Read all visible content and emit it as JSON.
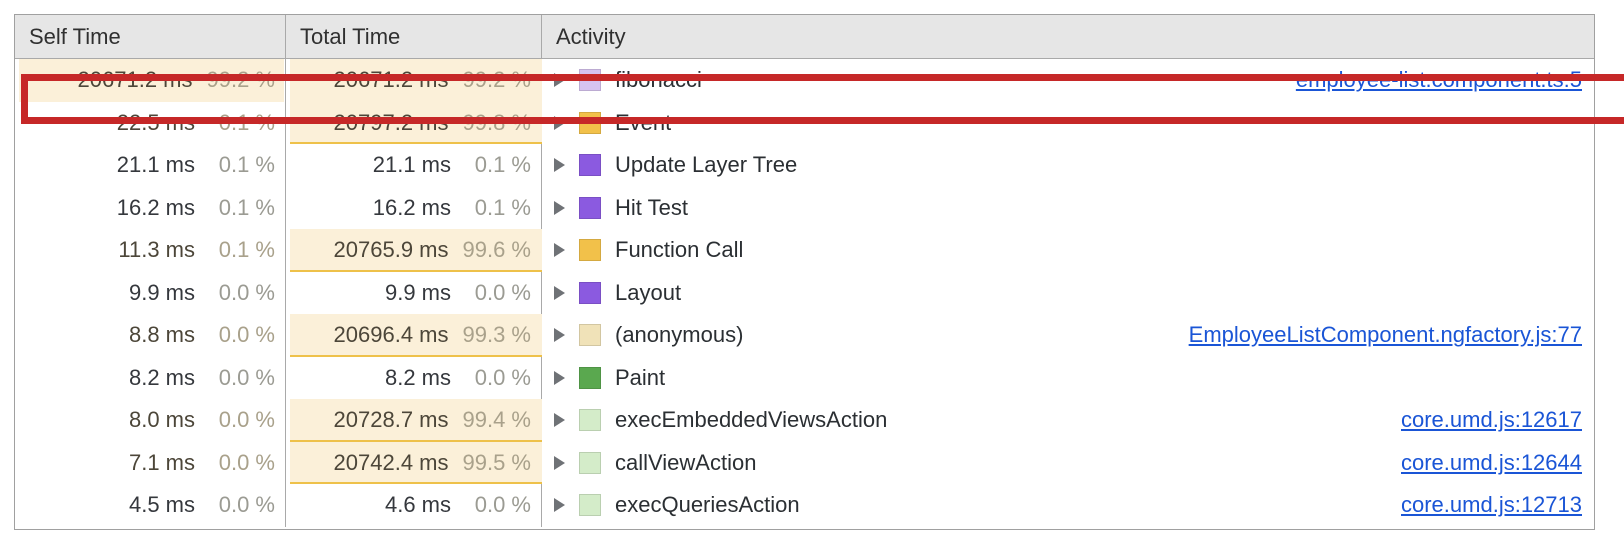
{
  "panel": {
    "name": "bottom-up-call-tree",
    "columns": {
      "self_time": "Self Time",
      "total_time": "Total Time",
      "activity": "Activity"
    }
  },
  "colors": {
    "selection_outline": "#c62828",
    "highlight_fill": "#fbf0d9",
    "highlight_underline": "#eec14a",
    "link": "#1a55d6",
    "header_bg": "#e6e6e6",
    "swatch_scripting": "#f2c14a",
    "swatch_rendering": "#8b5ae0",
    "swatch_painting": "#5aa84f",
    "swatch_fibonacci": "#d6c3f0",
    "swatch_anonymous": "#f0e2b8",
    "swatch_green_pale": "#d4ecc9"
  },
  "rows": [
    {
      "self_ms": "20671.2 ms",
      "self_pct": "99.2 %",
      "self_bar": 98,
      "self_underline": false,
      "total_ms": "20671.2 ms",
      "total_pct": "99.2 %",
      "total_bar": 99,
      "total_underline": false,
      "activity": "fibonacci",
      "swatch": "swatch_fibonacci",
      "source": "employee-list.component.ts:5",
      "selected": true,
      "highlighted": true
    },
    {
      "self_ms": "22.5 ms",
      "self_pct": "0.1 %",
      "self_bar": 0,
      "self_underline": false,
      "total_ms": "20797.2 ms",
      "total_pct": "99.8 %",
      "total_bar": 99,
      "total_underline": true,
      "activity": "Event",
      "swatch": "swatch_scripting",
      "source": "",
      "selected": false,
      "highlighted": true
    },
    {
      "self_ms": "21.1 ms",
      "self_pct": "0.1 %",
      "self_bar": 0,
      "self_underline": false,
      "total_ms": "21.1 ms",
      "total_pct": "0.1 %",
      "total_bar": 0,
      "total_underline": false,
      "activity": "Update Layer Tree",
      "swatch": "swatch_rendering",
      "source": "",
      "selected": false,
      "highlighted": false
    },
    {
      "self_ms": "16.2 ms",
      "self_pct": "0.1 %",
      "self_bar": 0,
      "self_underline": false,
      "total_ms": "16.2 ms",
      "total_pct": "0.1 %",
      "total_bar": 0,
      "total_underline": false,
      "activity": "Hit Test",
      "swatch": "swatch_rendering",
      "source": "",
      "selected": false,
      "highlighted": false
    },
    {
      "self_ms": "11.3 ms",
      "self_pct": "0.1 %",
      "self_bar": 0,
      "self_underline": false,
      "total_ms": "20765.9 ms",
      "total_pct": "99.6 %",
      "total_bar": 99,
      "total_underline": true,
      "activity": "Function Call",
      "swatch": "swatch_scripting",
      "source": "",
      "selected": false,
      "highlighted": true
    },
    {
      "self_ms": "9.9 ms",
      "self_pct": "0.0 %",
      "self_bar": 0,
      "self_underline": false,
      "total_ms": "9.9 ms",
      "total_pct": "0.0 %",
      "total_bar": 0,
      "total_underline": false,
      "activity": "Layout",
      "swatch": "swatch_rendering",
      "source": "",
      "selected": false,
      "highlighted": false
    },
    {
      "self_ms": "8.8 ms",
      "self_pct": "0.0 %",
      "self_bar": 0,
      "self_underline": false,
      "total_ms": "20696.4 ms",
      "total_pct": "99.3 %",
      "total_bar": 99,
      "total_underline": true,
      "activity": "(anonymous)",
      "swatch": "swatch_anonymous",
      "source": "EmployeeListComponent.ngfactory.js:77",
      "selected": false,
      "highlighted": true
    },
    {
      "self_ms": "8.2 ms",
      "self_pct": "0.0 %",
      "self_bar": 0,
      "self_underline": false,
      "total_ms": "8.2 ms",
      "total_pct": "0.0 %",
      "total_bar": 0,
      "total_underline": false,
      "activity": "Paint",
      "swatch": "swatch_painting",
      "source": "",
      "selected": false,
      "highlighted": false
    },
    {
      "self_ms": "8.0 ms",
      "self_pct": "0.0 %",
      "self_bar": 0,
      "self_underline": false,
      "total_ms": "20728.7 ms",
      "total_pct": "99.4 %",
      "total_bar": 99,
      "total_underline": true,
      "activity": "execEmbeddedViewsAction",
      "swatch": "swatch_green_pale",
      "source": "core.umd.js:12617",
      "selected": false,
      "highlighted": true
    },
    {
      "self_ms": "7.1 ms",
      "self_pct": "0.0 %",
      "self_bar": 0,
      "self_underline": false,
      "total_ms": "20742.4 ms",
      "total_pct": "99.5 %",
      "total_bar": 99,
      "total_underline": true,
      "activity": "callViewAction",
      "swatch": "swatch_green_pale",
      "source": "core.umd.js:12644",
      "selected": false,
      "highlighted": true
    },
    {
      "self_ms": "4.5 ms",
      "self_pct": "0.0 %",
      "self_bar": 0,
      "self_underline": false,
      "total_ms": "4.6 ms",
      "total_pct": "0.0 %",
      "total_bar": 0,
      "total_underline": false,
      "activity": "execQueriesAction",
      "swatch": "swatch_green_pale",
      "source": "core.umd.js:12713",
      "selected": false,
      "highlighted": false
    }
  ]
}
